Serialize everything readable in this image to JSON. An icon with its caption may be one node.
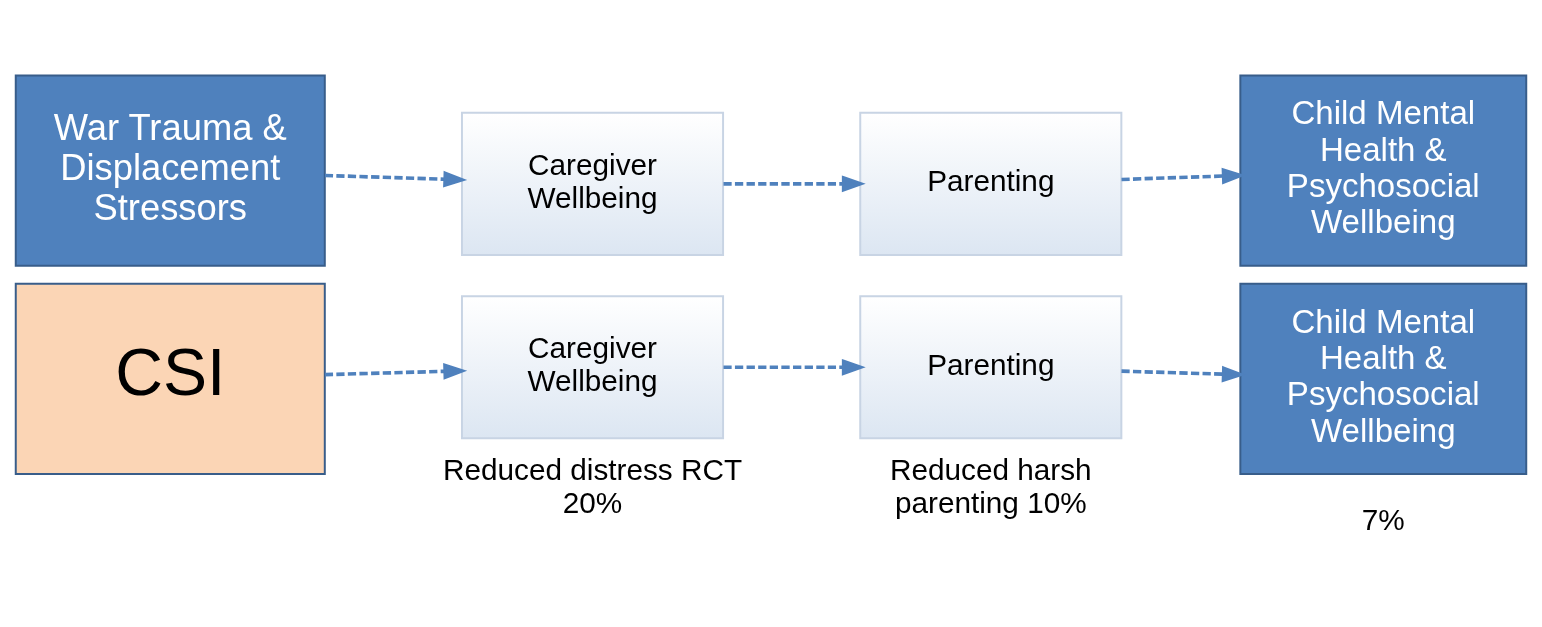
{
  "diagram": {
    "nodes": [
      {
        "text": [
          "War Trauma & Displacement Stressors"
        ]
      },
      {
        "text": [
          "Caregiver Wellbeing"
        ]
      },
      {
        "text": [
          "Parenting"
        ]
      },
      {
        "text": [
          "Child Mental Health & Psychosocial Wellbeing"
        ]
      },
      {
        "text": [
          "CSI"
        ]
      },
      {
        "text": [
          "Caregiver Wellbeing"
        ],
        "beside": [
          "Reduced distress RCT 20%"
        ]
      },
      {
        "text": [
          "Parenting"
        ],
        "beside": [
          "Reduced harsh parenting 10%"
        ]
      },
      {
        "text": [
          "Child Mental Health & Psychosocial Wellbeing"
        ],
        "beside": [
          "7%"
        ]
      }
    ],
    "edges": [
      {
        "from": 0,
        "to": 1,
        "arrow": "to",
        "style": "dashed"
      },
      {
        "from": 1,
        "to": 2,
        "arrow": "to",
        "style": "dashed"
      },
      {
        "from": 2,
        "to": 3,
        "arrow": "to",
        "style": "dashed"
      },
      {
        "from": 4,
        "to": 5,
        "arrow": "to",
        "style": "dashed"
      },
      {
        "from": 5,
        "to": 6,
        "arrow": "to",
        "style": "dashed"
      },
      {
        "from": 6,
        "to": 7,
        "arrow": "to",
        "style": "dashed"
      }
    ]
  }
}
